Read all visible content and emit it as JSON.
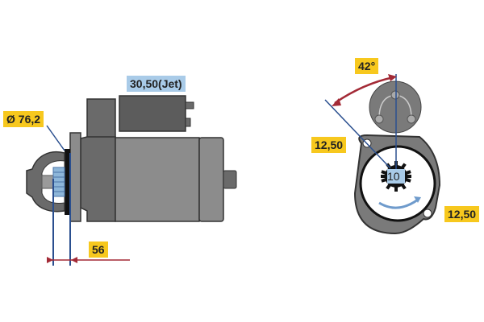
{
  "side_view": {
    "labels": {
      "terminal": "30,50(Jet)",
      "flange_diameter": "Ø 76,2",
      "pinion_offset": "56"
    }
  },
  "front_view": {
    "labels": {
      "angle": "42°",
      "bolt_top": "12,50",
      "bolt_bottom": "12,50",
      "teeth": "10"
    }
  },
  "colors": {
    "label_yellow": "#f7c81e",
    "label_blue": "#a9cbe8",
    "dimension_blue": "#2a4f8f",
    "dimension_red": "#a32a36",
    "body_gray": "#8c8c8c",
    "dark_gray": "#5e5e5e"
  }
}
